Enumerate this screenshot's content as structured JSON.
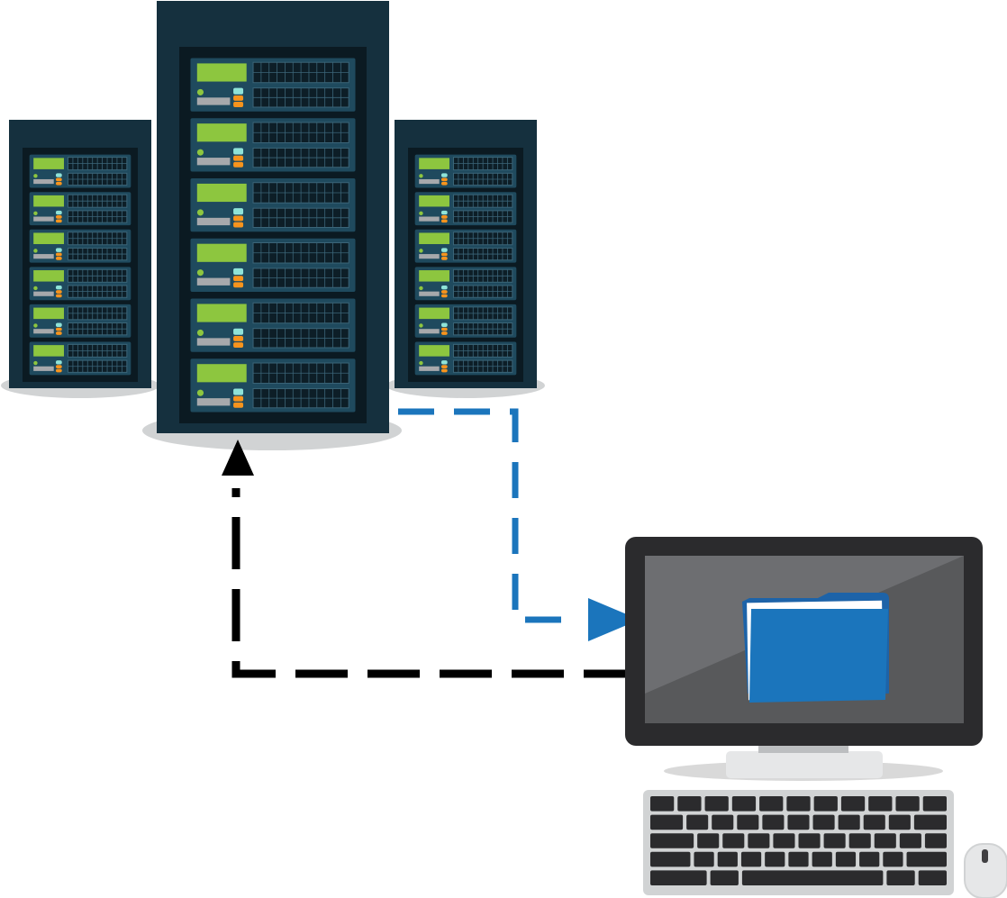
{
  "diagram": {
    "kind": "client-server data flow",
    "nodes": [
      {
        "id": "server-rack-left",
        "icon": "server-rack-icon"
      },
      {
        "id": "server-rack-center",
        "icon": "server-rack-icon"
      },
      {
        "id": "server-rack-right",
        "icon": "server-rack-icon"
      },
      {
        "id": "desktop-computer",
        "icon": "desktop-computer-icon"
      },
      {
        "id": "folder",
        "icon": "folder-icon"
      },
      {
        "id": "keyboard",
        "icon": "keyboard-icon"
      },
      {
        "id": "mouse",
        "icon": "mouse-icon"
      }
    ],
    "edges": [
      {
        "from": "server-rack-right",
        "to": "desktop-computer",
        "style": "dashed",
        "color": "#1b75bc"
      },
      {
        "from": "desktop-computer",
        "to": "server-rack-center",
        "style": "dashed",
        "color": "#000000"
      }
    ]
  },
  "colors": {
    "rack_body": "#15303e",
    "rack_inner": "#0b1a22",
    "unit_face": "#1f4a5e",
    "display_green": "#8dc63f",
    "led_teal": "#8fe3d8",
    "led_orange": "#f7941d",
    "download_arrow": "#1b75bc",
    "upload_arrow": "#000000",
    "monitor_frame": "#2b2b2d",
    "screen": "#58595b",
    "folder_blue": "#1b75bc",
    "keyboard_body": "#d1d3d4",
    "key": "#2b2b2d"
  }
}
